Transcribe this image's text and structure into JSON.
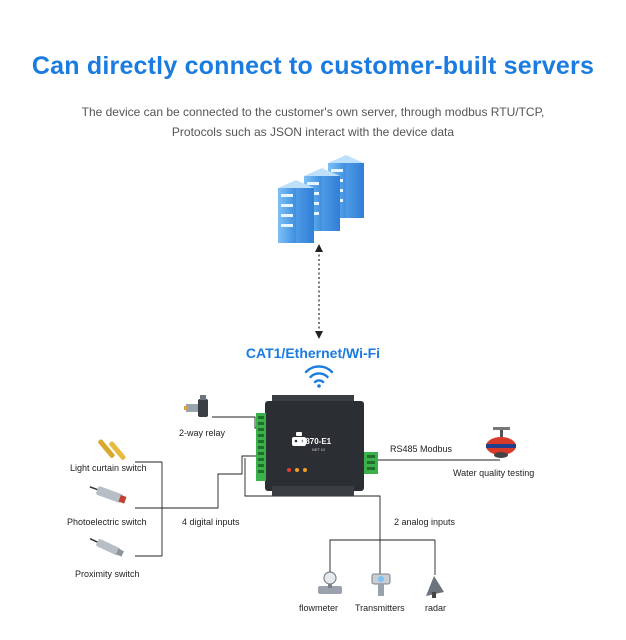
{
  "header": {
    "title": "Can directly connect to customer-built servers",
    "subtitle_line1": "The device can be connected to the customer's own server, through modbus RTU/TCP,",
    "subtitle_line2": "Protocols such as JSON interact with the device data"
  },
  "connection": {
    "label": "CAT1/Ethernet/Wi-Fi"
  },
  "device": {
    "model": "E870-E1",
    "sub": "NET IO"
  },
  "labels": {
    "relay": "2-way relay",
    "light_curtain": "Light curtain switch",
    "photoelectric": "Photoelectric switch",
    "proximity": "Proximity switch",
    "digital_inputs": "4 digital inputs",
    "analog_inputs": "2 analog inputs",
    "rs485": "RS485 Modbus",
    "water_quality": "Water quality testing",
    "flowmeter": "flowmeter",
    "transmitters": "Transmitters",
    "radar": "radar"
  },
  "colors": {
    "accent": "#1a7be0",
    "server_blue": "#5aa8ee",
    "device_body": "#2b2e33",
    "terminal_green": "#3cb04a"
  },
  "icons": [
    "server-stack-icon",
    "wifi-icon",
    "relay-valve-icon",
    "light-curtain-icon",
    "photoelectric-sensor-icon",
    "proximity-sensor-icon",
    "water-quality-icon",
    "flowmeter-icon",
    "transmitter-icon",
    "radar-icon"
  ]
}
